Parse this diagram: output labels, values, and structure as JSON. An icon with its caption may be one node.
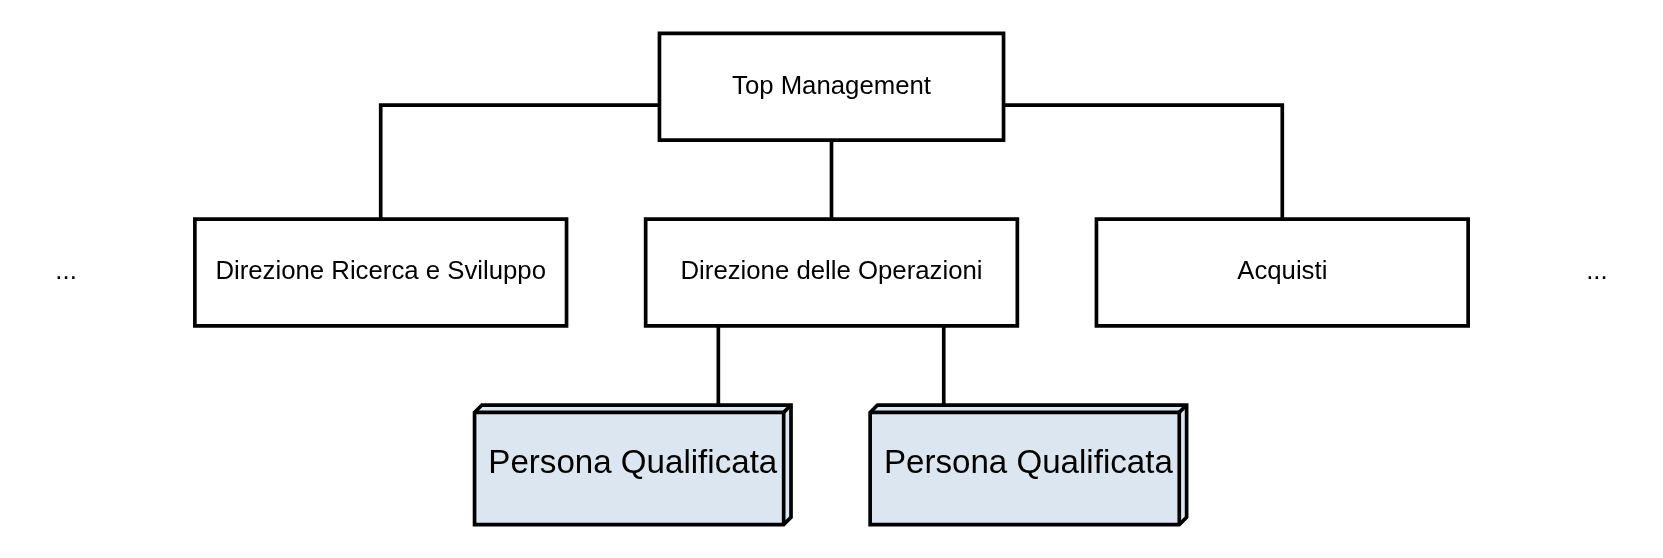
{
  "diagram": {
    "nodes": [
      {
        "text": [
          "Top Management"
        ]
      },
      {
        "text": [
          "Direzione Ricerca e Sviluppo"
        ]
      },
      {
        "text": [
          "Direzione delle Operazioni"
        ]
      },
      {
        "text": [
          "Acquisti"
        ]
      },
      {
        "text": [
          "Persona Qualificata"
        ]
      },
      {
        "text": [
          "Persona Qualificata"
        ]
      }
    ],
    "edges": [
      {
        "from": 0,
        "to": 1,
        "arrow": "none"
      },
      {
        "from": 0,
        "to": 2,
        "arrow": "none"
      },
      {
        "from": 0,
        "to": 3,
        "arrow": "none"
      },
      {
        "from": 2,
        "to": 4,
        "arrow": "none"
      },
      {
        "from": 2,
        "to": 5,
        "arrow": "none"
      }
    ],
    "labels": [
      "...",
      "..."
    ]
  }
}
